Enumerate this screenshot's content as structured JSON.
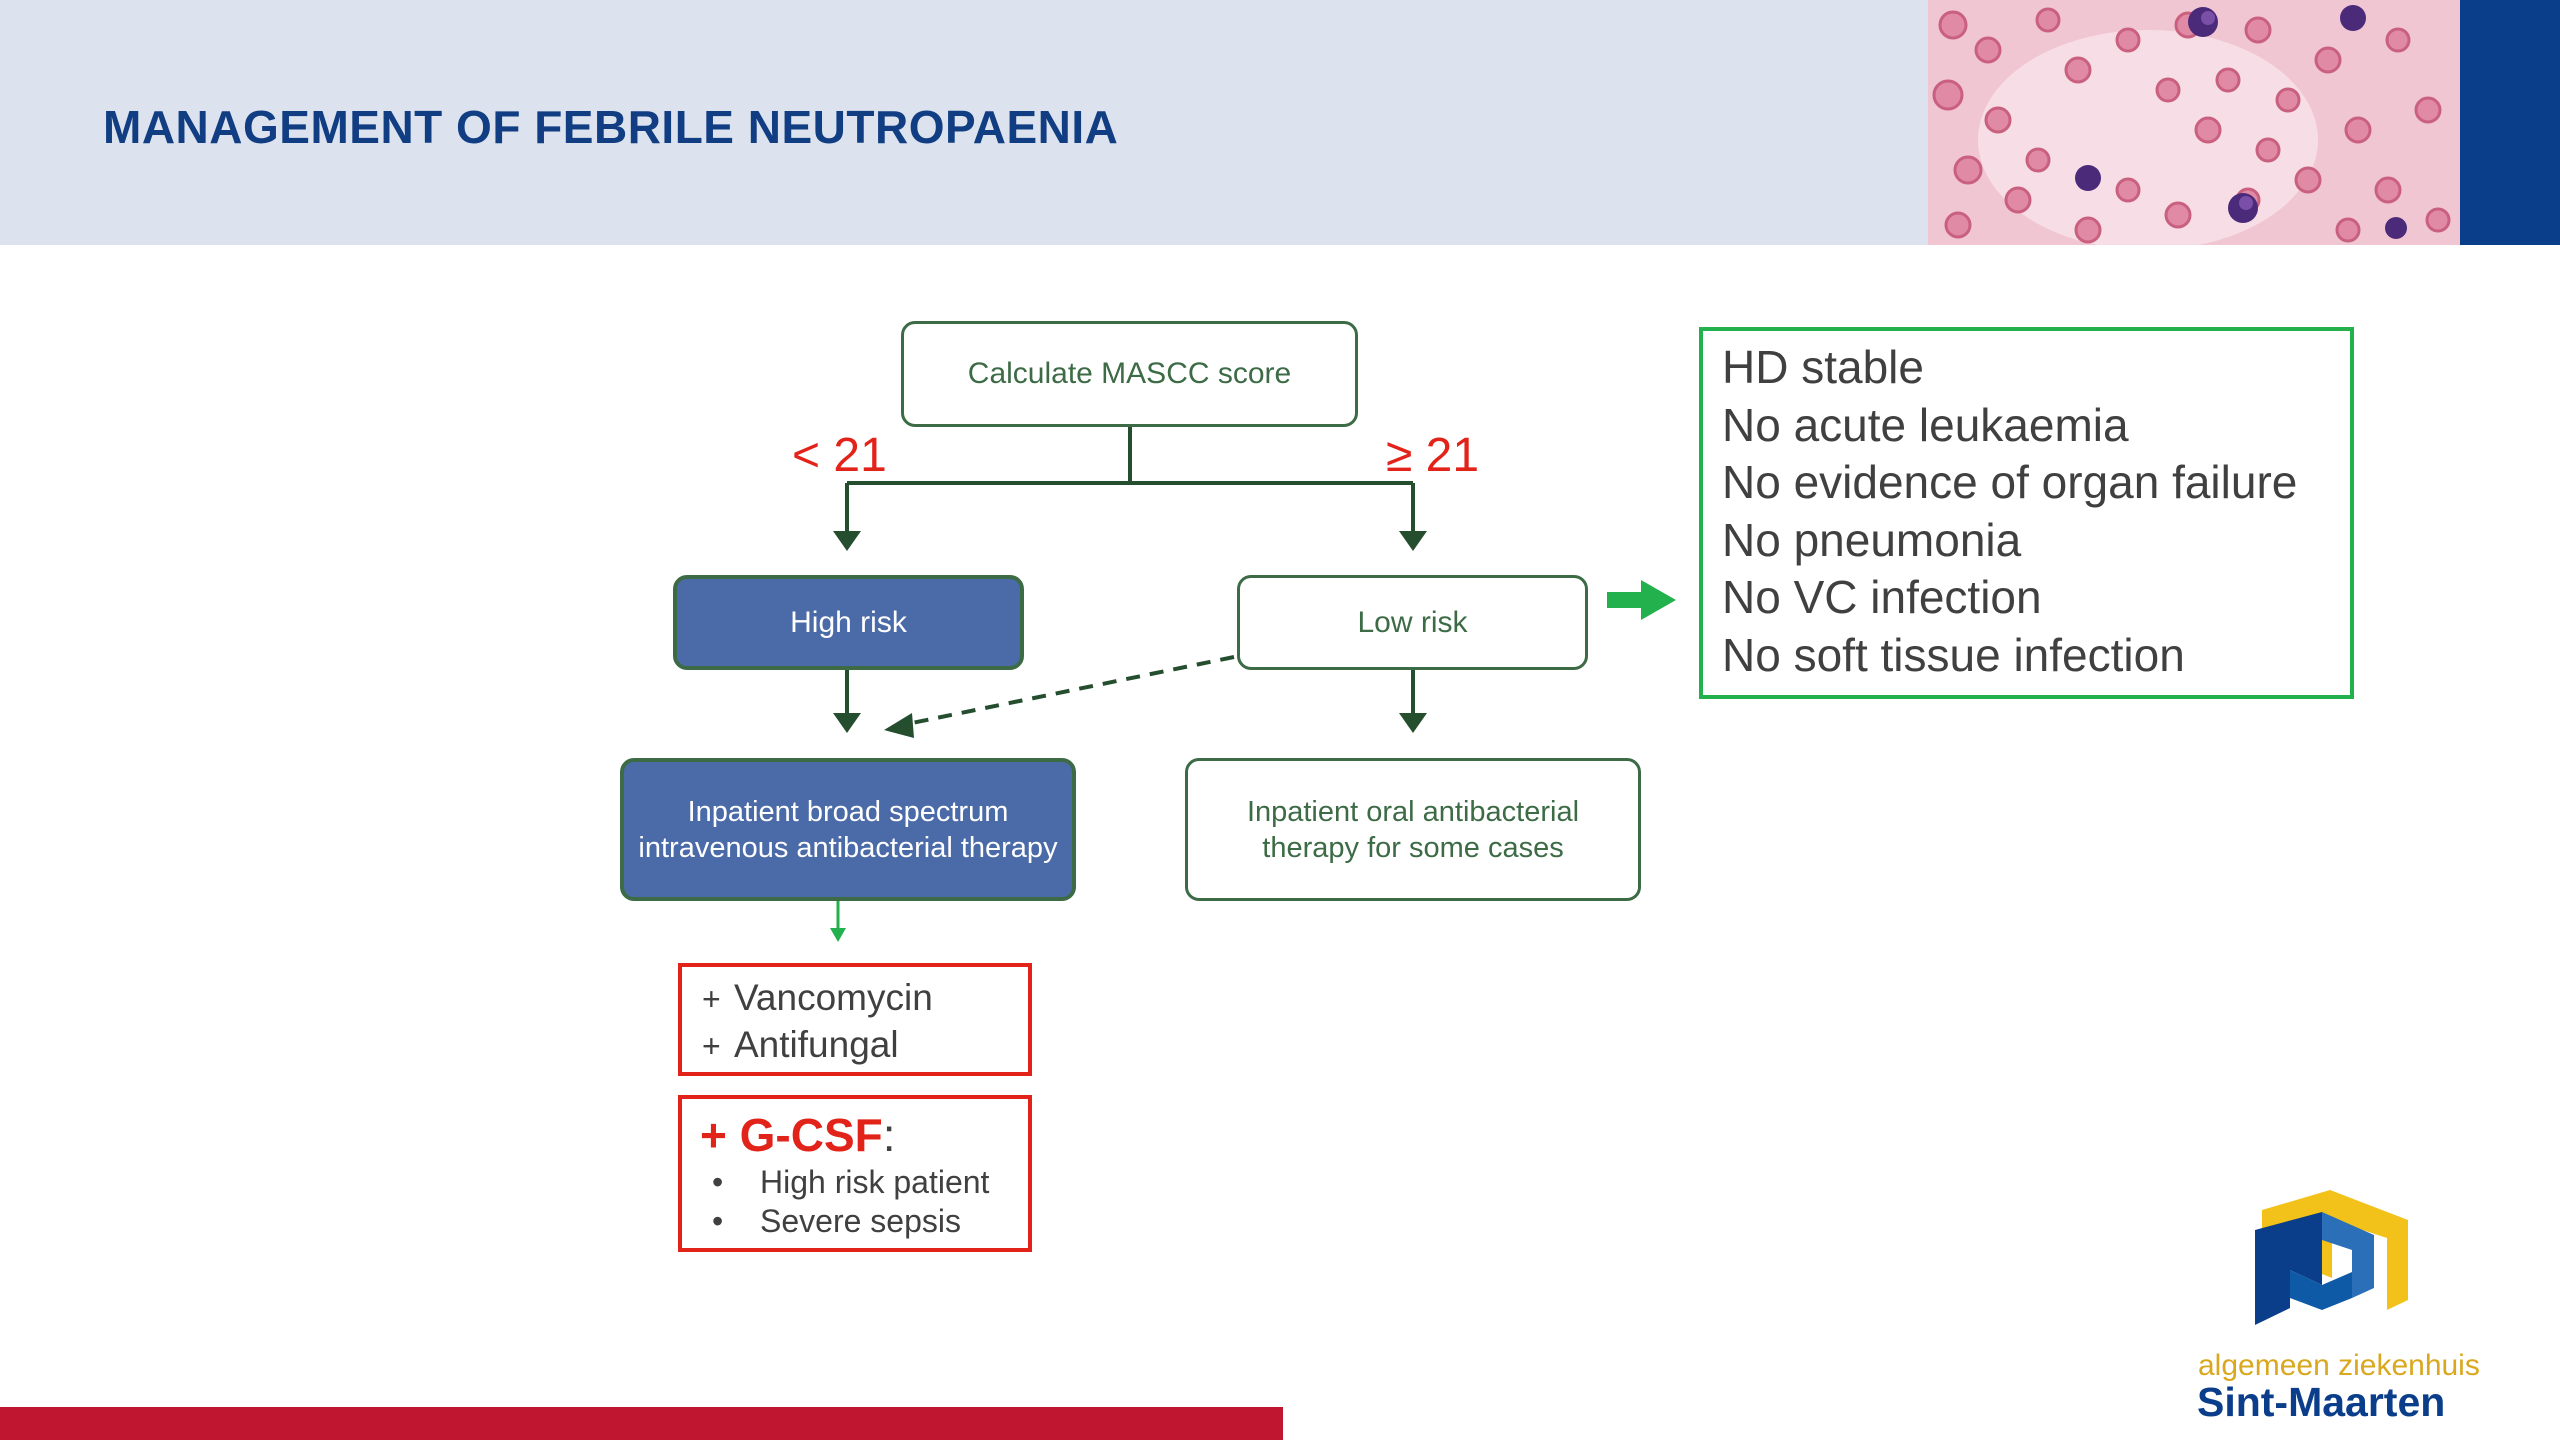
{
  "header": {
    "title": "MANAGEMENT OF FEBRILE NEUTROPAENIA"
  },
  "flowchart": {
    "root": "Calculate MASCC score",
    "branch_left_label": "< 21",
    "branch_right_label": "≥ 21",
    "high_risk": "High risk",
    "low_risk": "Low risk",
    "high_risk_therapy": "Inpatient broad spectrum\nintravenous antibacterial therapy",
    "low_risk_therapy": "Inpatient oral antibacterial\ntherapy for some cases"
  },
  "criteria": {
    "lines": [
      "HD stable",
      "No acute leukaemia",
      "No evidence of organ failure",
      "No pneumonia",
      "No VC infection",
      "No soft tissue infection"
    ]
  },
  "additions": {
    "plus": "+",
    "items": [
      "Vancomycin",
      "Antifungal"
    ]
  },
  "gcsf": {
    "heading_plus": "+",
    "heading": "G-CSF",
    "colon": ":",
    "bullet": "•",
    "items": [
      "High risk patient",
      "Severe sepsis"
    ]
  },
  "logo": {
    "line1": "algemeen ziekenhuis",
    "line2": "Sint-Maarten"
  },
  "colors": {
    "title_blue": "#113d82",
    "flow_green": "#3d6b46",
    "high_risk_blue": "#4a6aa8",
    "alert_red": "#e2231a",
    "criteria_green": "#23b14d",
    "footer_red": "#c0162f",
    "logo_gold": "#d9a81f"
  },
  "icons": {
    "criteria_arrow": "right-arrow-icon",
    "header_photo": "blood-smear-image"
  }
}
